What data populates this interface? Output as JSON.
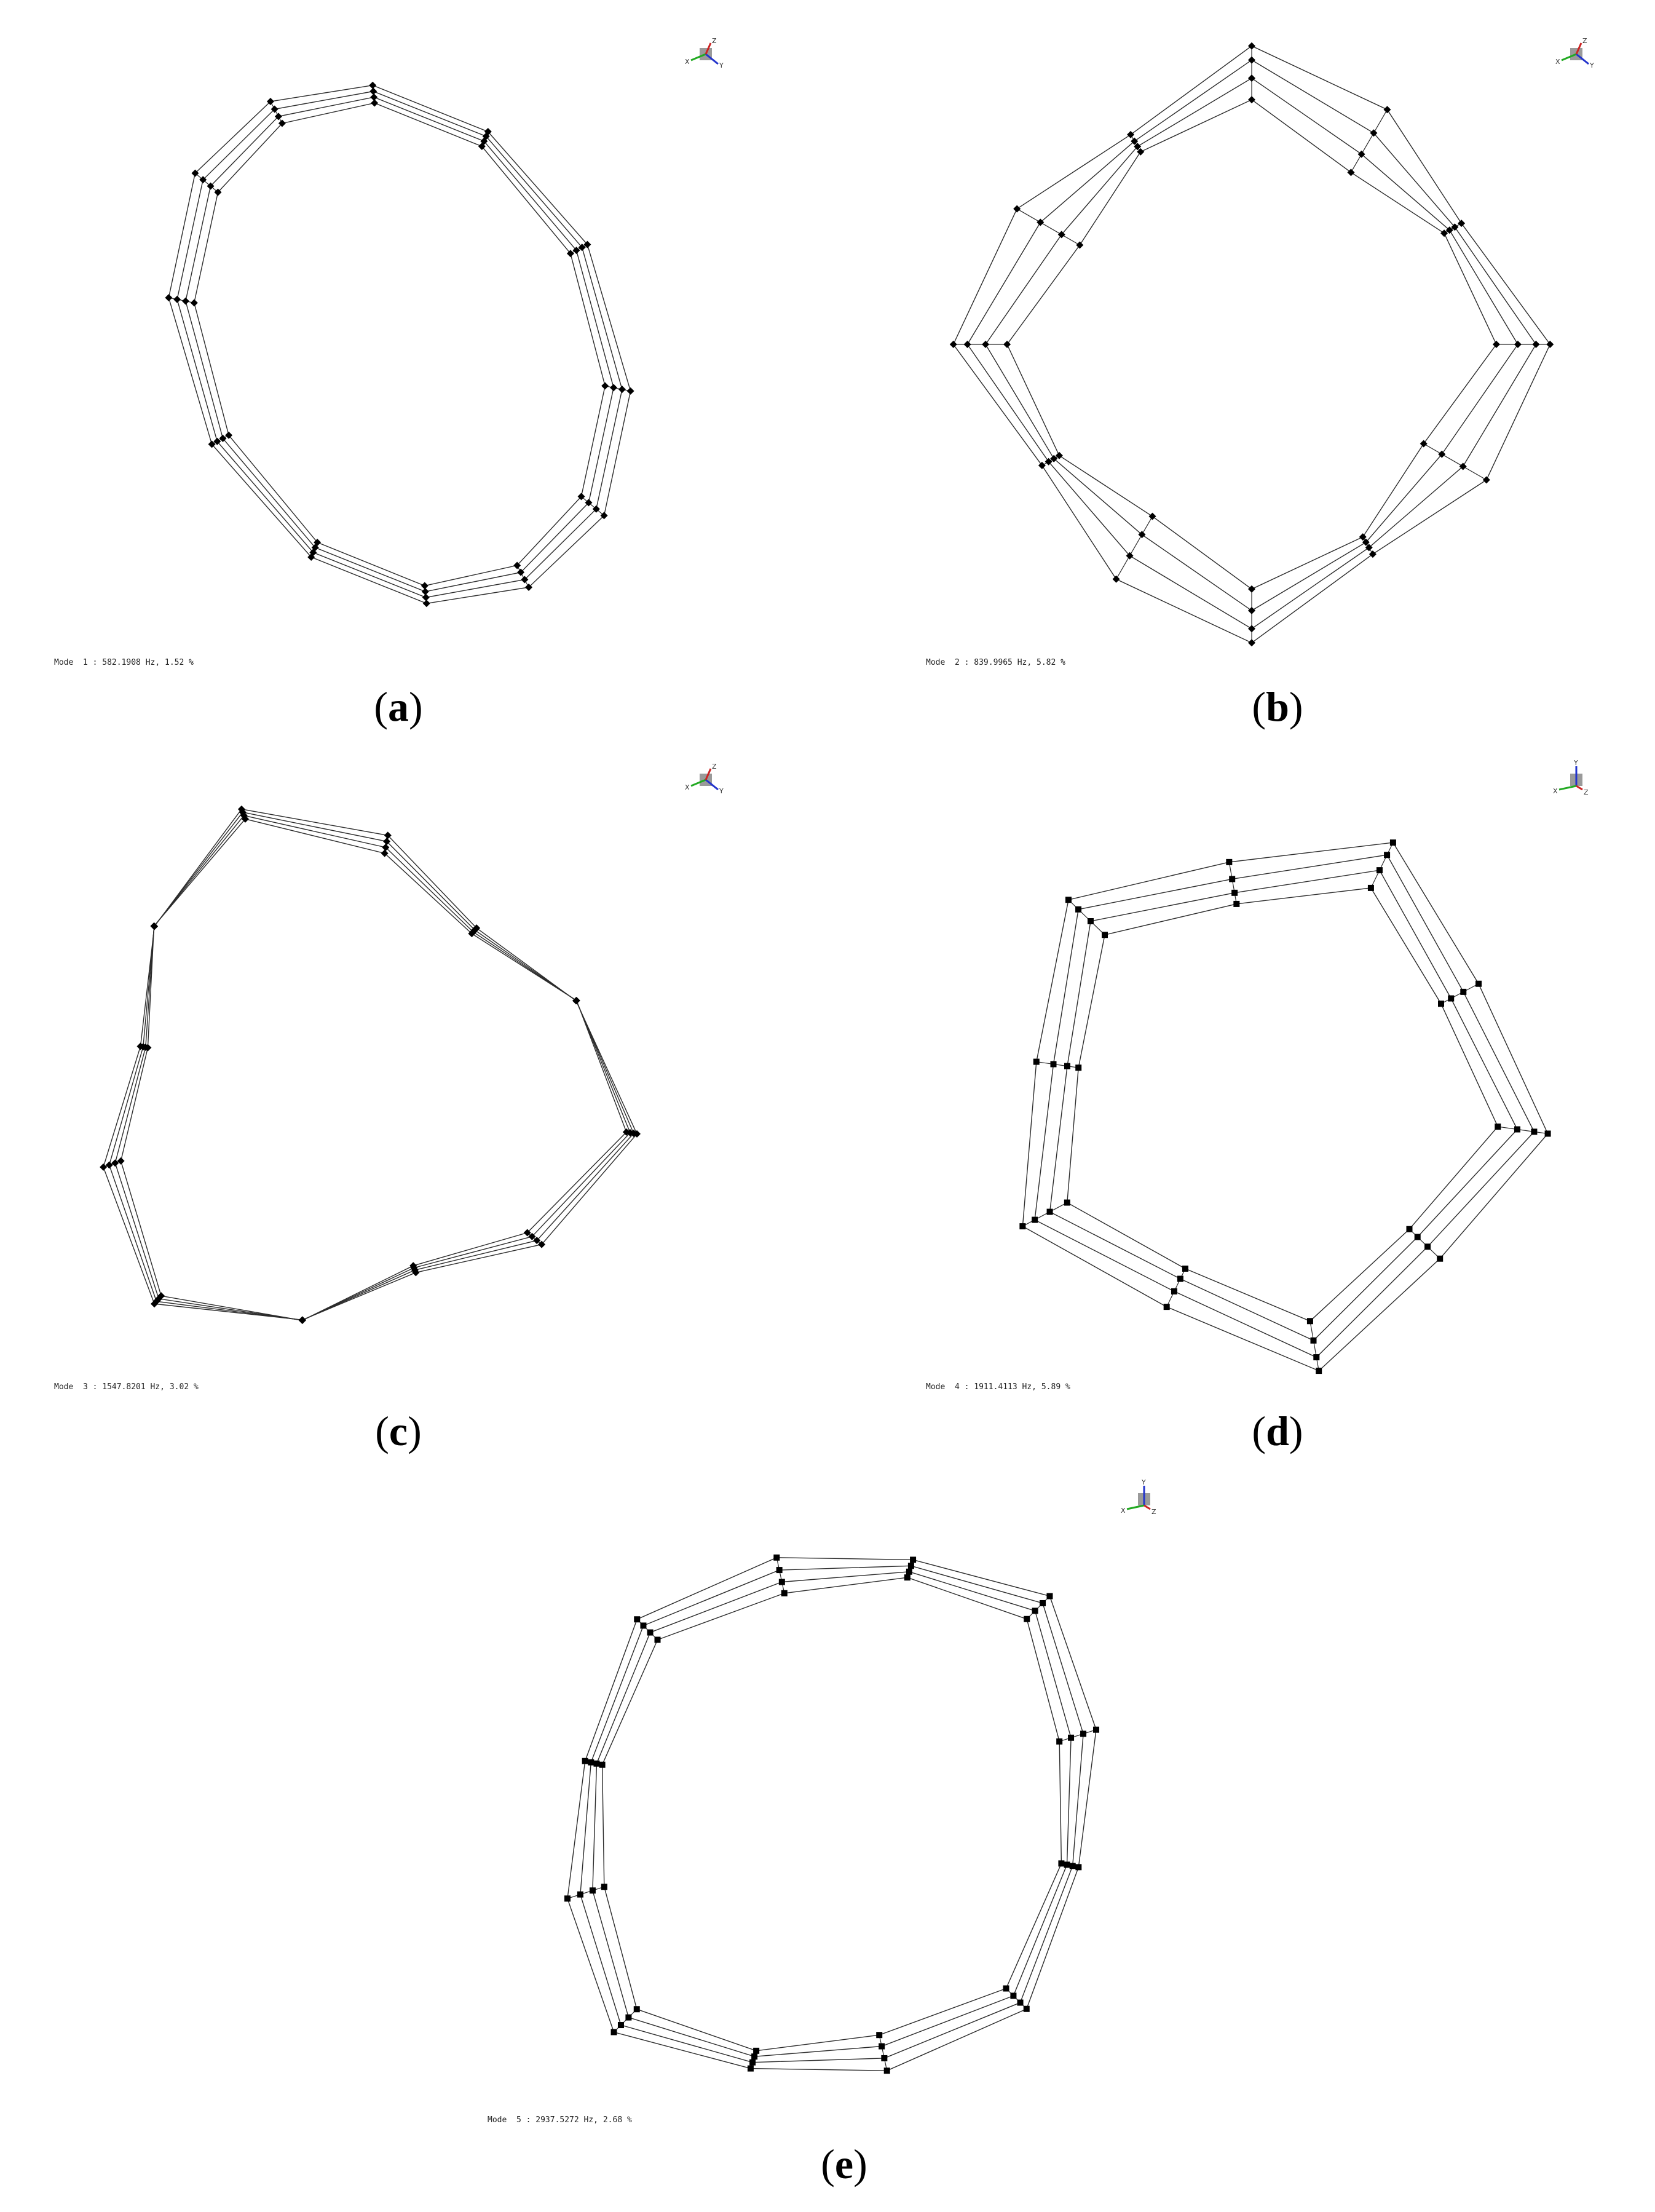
{
  "panels": [
    {
      "id": "a",
      "label": "a",
      "caption": "Mode  1 : 582.1908 Hz, 1.52 %",
      "view": "xyz-iso",
      "mode_nodes": 2,
      "shape": "ellipse"
    },
    {
      "id": "b",
      "label": "b",
      "caption": "Mode  2 : 839.9965 Hz, 5.82 %",
      "view": "xyz-iso",
      "mode_nodes": 4,
      "shape": "ring"
    },
    {
      "id": "c",
      "label": "c",
      "caption": "Mode  3 : 1547.8201 Hz, 3.02 %",
      "view": "xyz-iso",
      "mode_nodes": 3,
      "shape": "triangle"
    },
    {
      "id": "d",
      "label": "d",
      "caption": "Mode  4 : 1911.4113 Hz, 5.89 %",
      "view": "yx-front",
      "mode_nodes": 5,
      "shape": "ring"
    },
    {
      "id": "e",
      "label": "e",
      "caption": "Mode  5 : 2937.5272 Hz, 2.68 %",
      "view": "yx-front",
      "mode_nodes": 4,
      "shape": "square"
    }
  ],
  "triad_axes": {
    "iso": [
      "Z",
      "X",
      "Y"
    ],
    "front": [
      "Y",
      "X",
      "Z"
    ]
  },
  "colors": {
    "line": "#2b2b2b",
    "node": "#000000",
    "axis_x": "#22aa22",
    "axis_y": "#2233cc",
    "axis_z": "#cc2222",
    "cube": "#9a9a9a"
  }
}
